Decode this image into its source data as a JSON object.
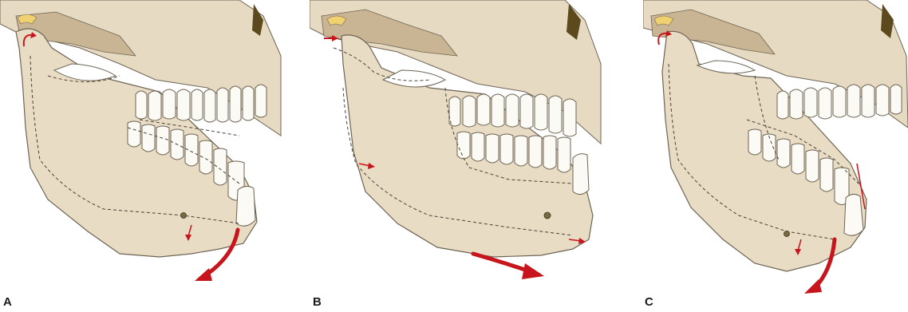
{
  "panels": [
    {
      "label": "A"
    },
    {
      "label": "B"
    },
    {
      "label": "C"
    }
  ],
  "colors": {
    "bone": "#e9dcc4",
    "bone_dark": "#cdb896",
    "skull_shadow": "#c9b594",
    "tooth": "#fbfaf4",
    "outline": "#6e6455",
    "arrow": "#c8141c",
    "cartilage": "#f0d170",
    "dark_cavity": "#5c4a1e"
  },
  "icons": {
    "movement_arrow": "curved-red-arrow",
    "condyle_rotation": "curved-rotation-arrow"
  }
}
